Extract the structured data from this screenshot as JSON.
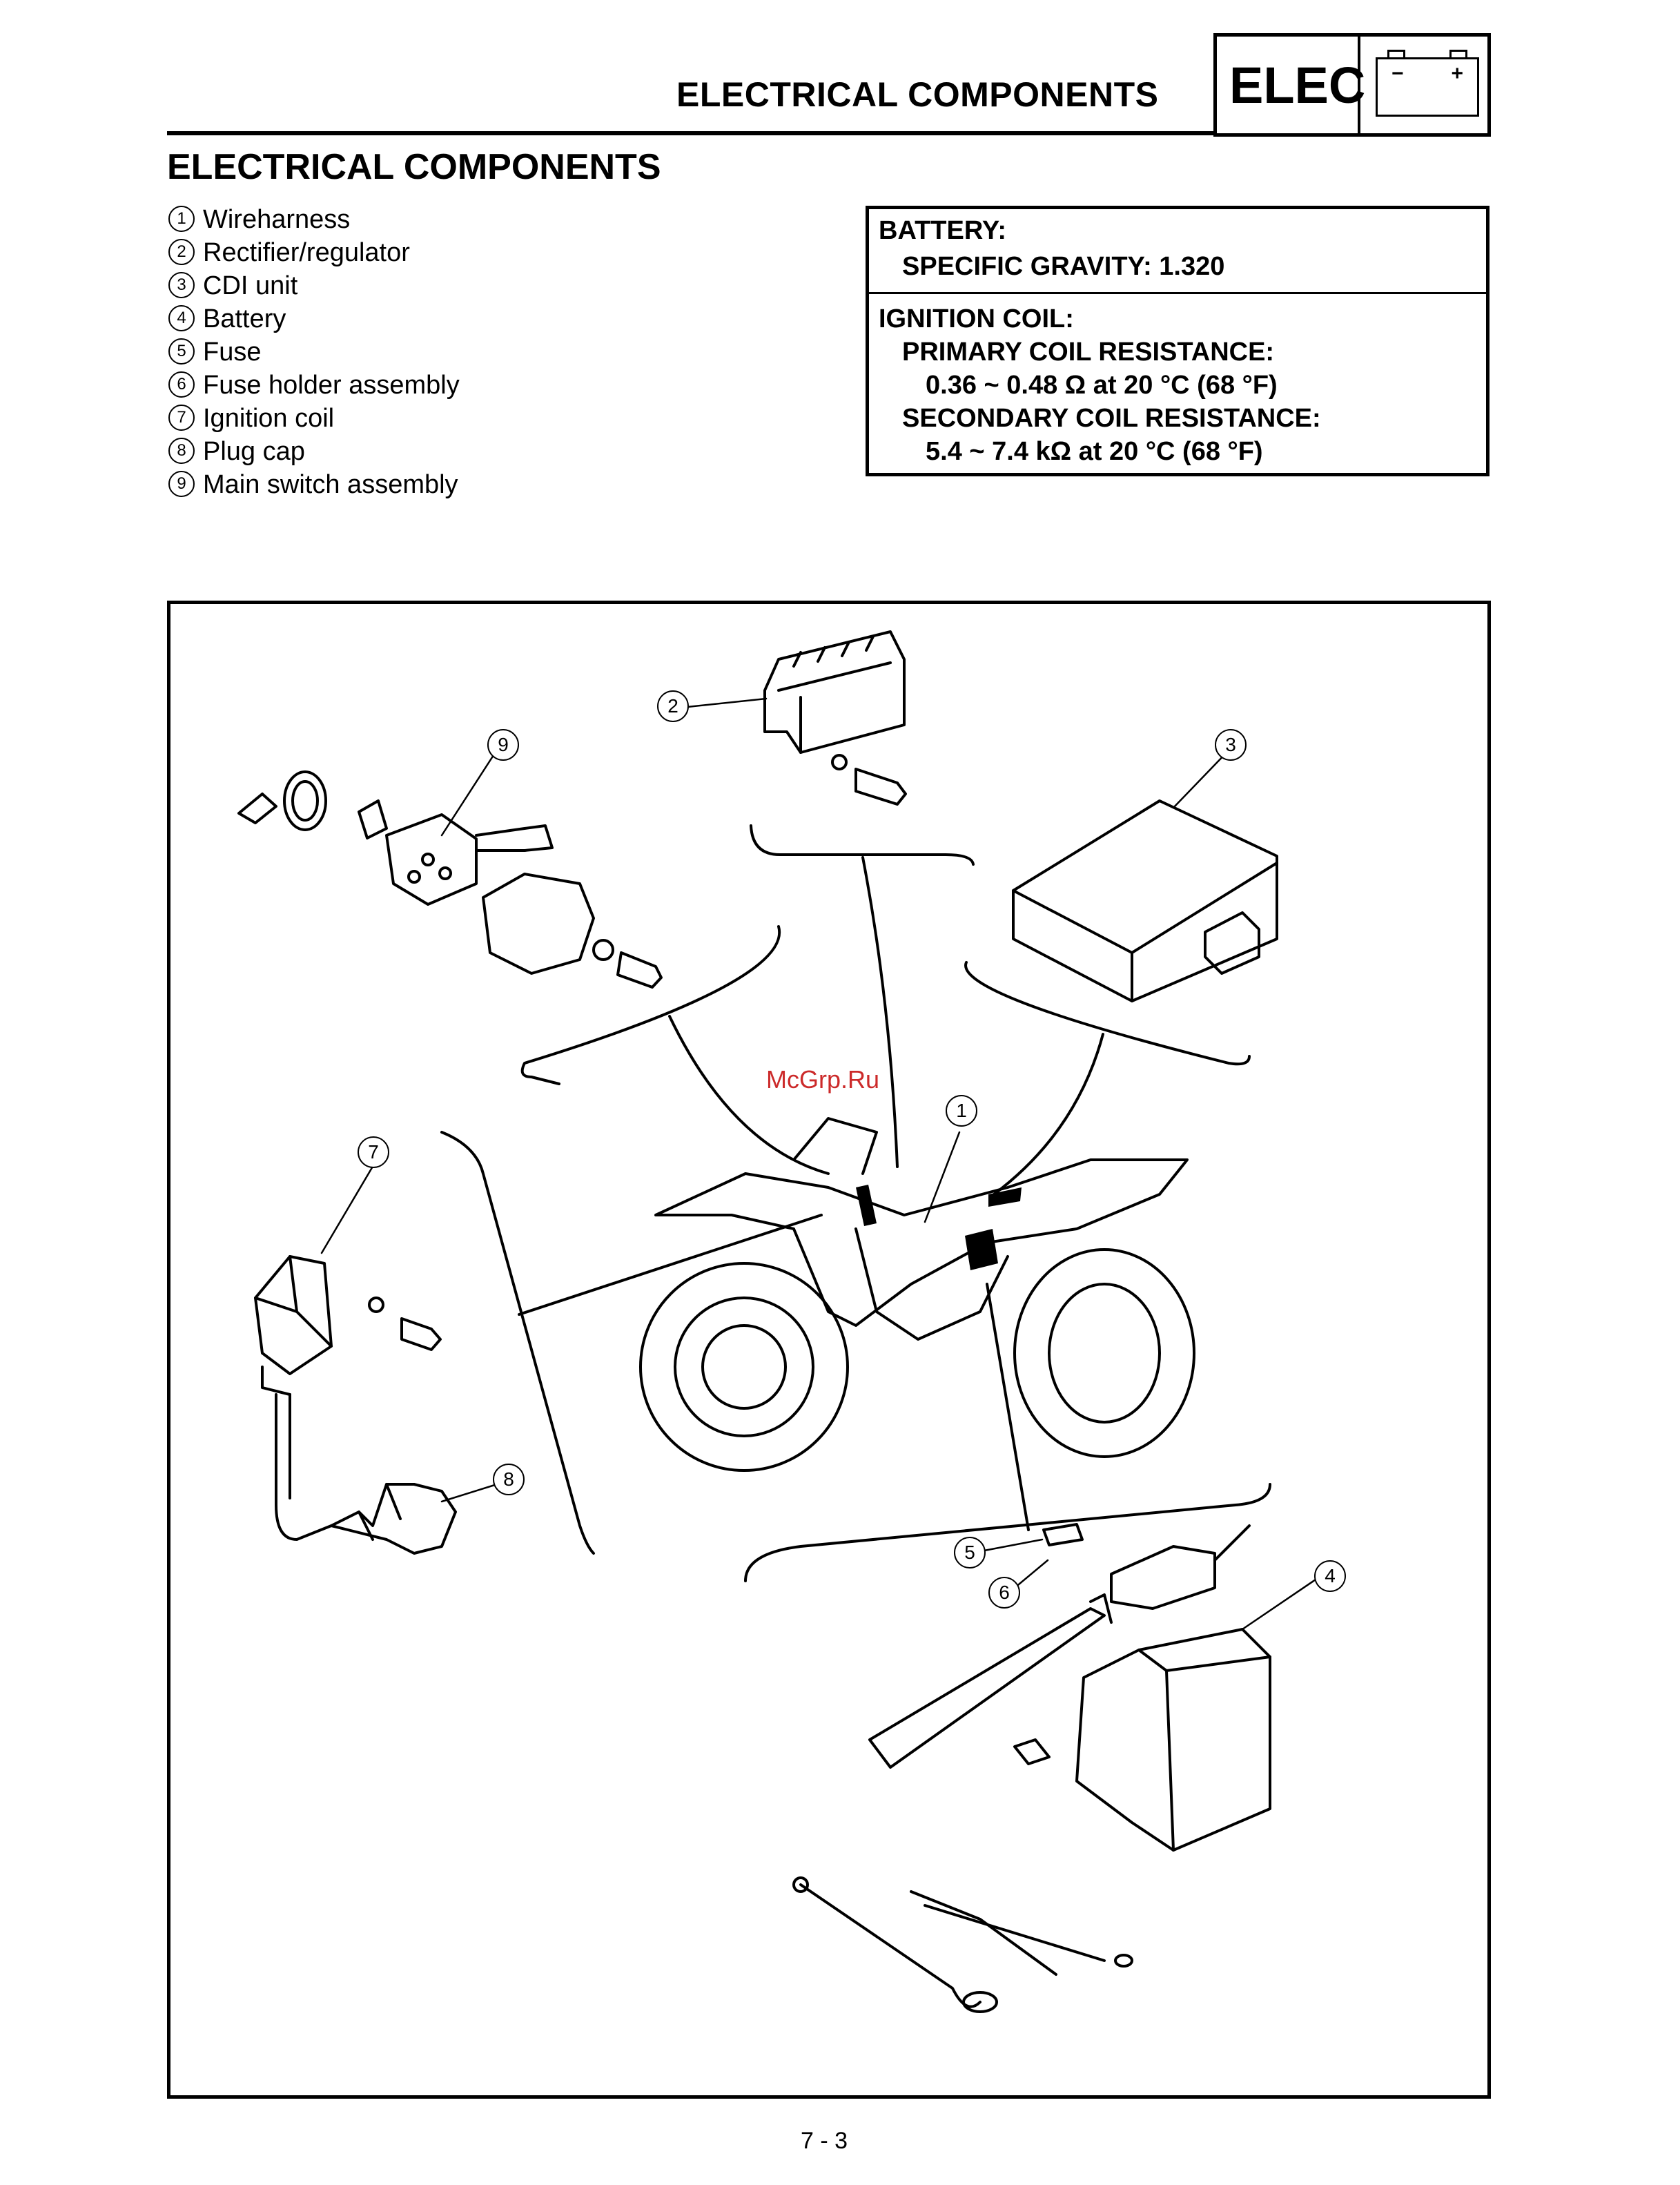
{
  "header": {
    "title": "ELECTRICAL COMPONENTS",
    "badge": "ELEC",
    "battery_icon": {
      "minus": "−",
      "plus": "+"
    }
  },
  "section_title": "ELECTRICAL COMPONENTS",
  "parts": [
    {
      "num": "1",
      "label": "Wireharness"
    },
    {
      "num": "2",
      "label": "Rectifier/regulator"
    },
    {
      "num": "3",
      "label": "CDI unit"
    },
    {
      "num": "4",
      "label": "Battery"
    },
    {
      "num": "5",
      "label": "Fuse"
    },
    {
      "num": "6",
      "label": "Fuse holder assembly"
    },
    {
      "num": "7",
      "label": "Ignition coil"
    },
    {
      "num": "8",
      "label": "Plug cap"
    },
    {
      "num": "9",
      "label": "Main switch assembly"
    }
  ],
  "specs": {
    "battery_heading": "BATTERY:",
    "battery_gravity": "SPECIFIC GRAVITY: 1.320",
    "coil_heading": "IGNITION COIL:",
    "primary_heading": "PRIMARY COIL RESISTANCE:",
    "primary_value": "0.36 ~ 0.48 Ω at 20 °C (68 °F)",
    "secondary_heading": "SECONDARY COIL RESISTANCE:",
    "secondary_value": "5.4 ~ 7.4 kΩ at 20 °C (68 °F)"
  },
  "figure": {
    "watermark": "McGrp.Ru",
    "callouts": [
      "1",
      "2",
      "3",
      "4",
      "5",
      "6",
      "7",
      "8",
      "9"
    ]
  },
  "page_number": "7 - 3"
}
